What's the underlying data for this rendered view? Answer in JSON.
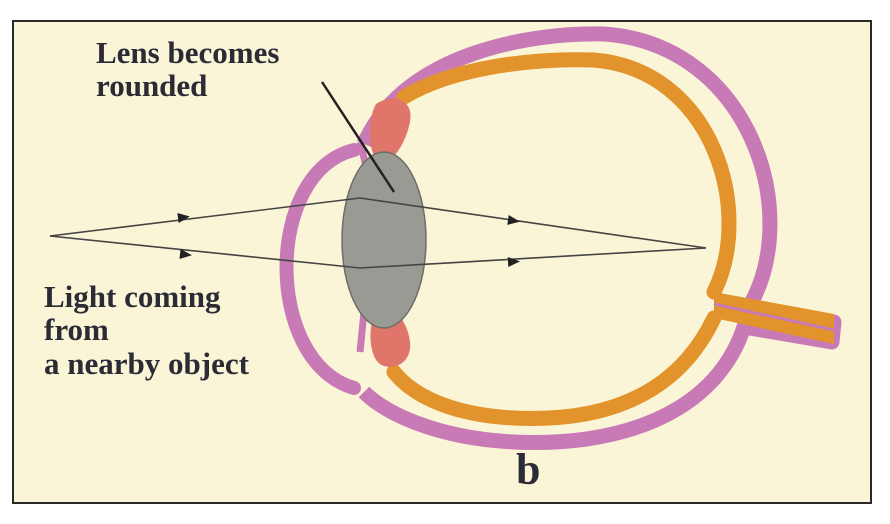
{
  "diagram": {
    "lens_label": [
      "Lens becomes",
      "rounded"
    ],
    "light_label": [
      "Light coming",
      "from",
      "a nearby object"
    ],
    "panel_label": "b"
  },
  "colors": {
    "background": "#fbf5d8",
    "sclera": "#c77ab6",
    "retina": "#e2932c",
    "lens": "#9a9a94",
    "ciliary_body": "#e0756a",
    "rays": "#444444"
  }
}
